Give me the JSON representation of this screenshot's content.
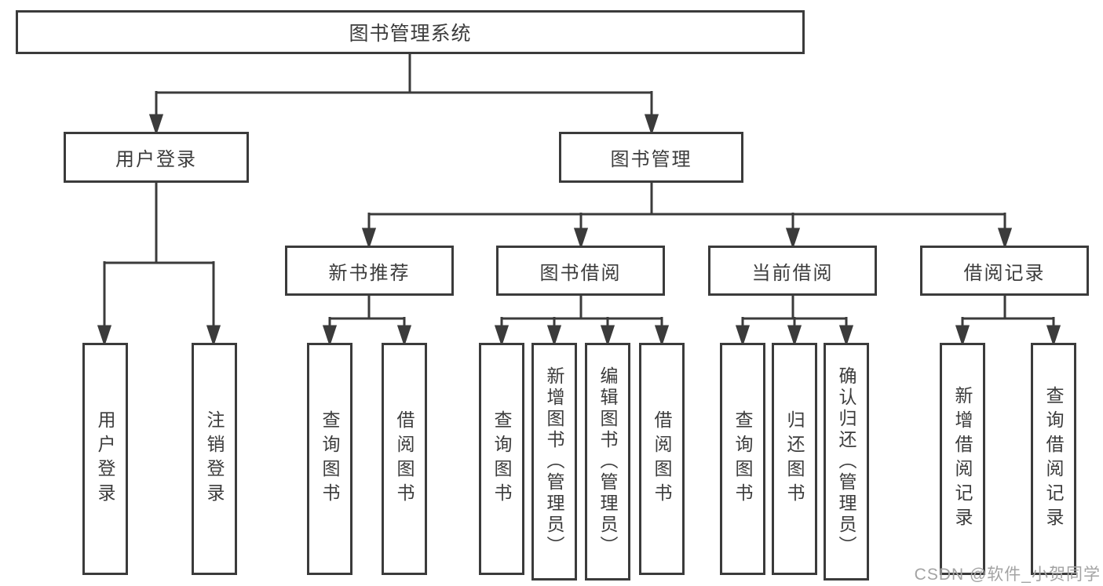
{
  "tree": {
    "root": {
      "label": "图书管理系统",
      "children": [
        {
          "label": "用户登录",
          "children": [
            {
              "label": "用户登录"
            },
            {
              "label": "注销登录"
            }
          ]
        },
        {
          "label": "图书管理",
          "children": [
            {
              "label": "新书推荐",
              "children": [
                {
                  "label": "查询图书"
                },
                {
                  "label": "借阅图书"
                }
              ]
            },
            {
              "label": "图书借阅",
              "children": [
                {
                  "label": "查询图书"
                },
                {
                  "label": "新增图书（管理员）"
                },
                {
                  "label": "编辑图书（管理员）"
                },
                {
                  "label": "借阅图书"
                }
              ]
            },
            {
              "label": "当前借阅",
              "children": [
                {
                  "label": "查询图书"
                },
                {
                  "label": "归还图书"
                },
                {
                  "label": "确认归还（管理员）"
                }
              ]
            },
            {
              "label": "借阅记录",
              "children": [
                {
                  "label": "新增借阅记录"
                },
                {
                  "label": "查询借阅记录"
                }
              ]
            }
          ]
        }
      ]
    }
  },
  "watermark": {
    "text": "CSDN @软件_小贺同学"
  },
  "colors": {
    "line": "#3b3b3b",
    "box_border": "#3b3b3b",
    "text": "#3c3c3c",
    "watermark": "#a3a3a3",
    "background": "#ffffff"
  }
}
